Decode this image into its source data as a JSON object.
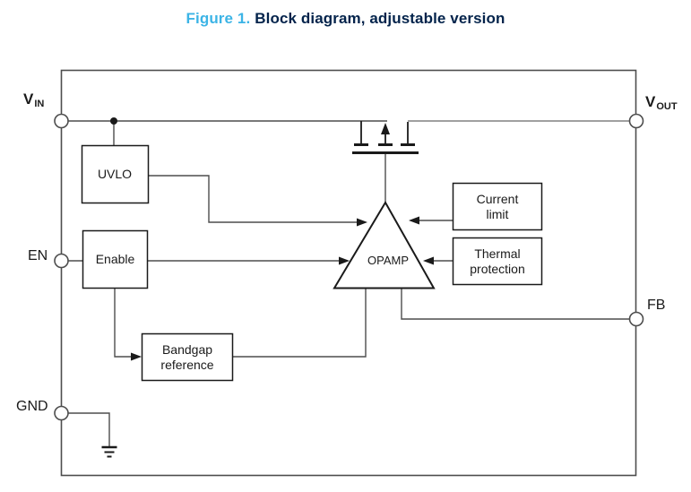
{
  "figure": {
    "label": "Figure 1.",
    "title": "Block diagram, adjustable version"
  },
  "colors": {
    "figure_label_blue": "#3CB4E6",
    "figure_title_navy": "#03234B",
    "wire": "#4D4D4D",
    "vout_wire": "#808080",
    "block_outline": "#1A1A1A",
    "background": "#FFFFFF"
  },
  "pins": {
    "vin": {
      "name": "V",
      "sub": "IN"
    },
    "vout": {
      "name": "V",
      "sub": "OUT"
    },
    "en": {
      "name": "EN"
    },
    "fb": {
      "name": "FB"
    },
    "gnd": {
      "name": "GND"
    }
  },
  "blocks": {
    "uvlo": {
      "label": "UVLO"
    },
    "enable": {
      "label": "Enable"
    },
    "bandgap": {
      "line1": "Bandgap",
      "line2": "reference"
    },
    "current_limit": {
      "line1": "Current",
      "line2": "limit"
    },
    "thermal_protection": {
      "line1": "Thermal",
      "line2": "protection"
    },
    "opamp": {
      "label": "OPAMP"
    }
  }
}
